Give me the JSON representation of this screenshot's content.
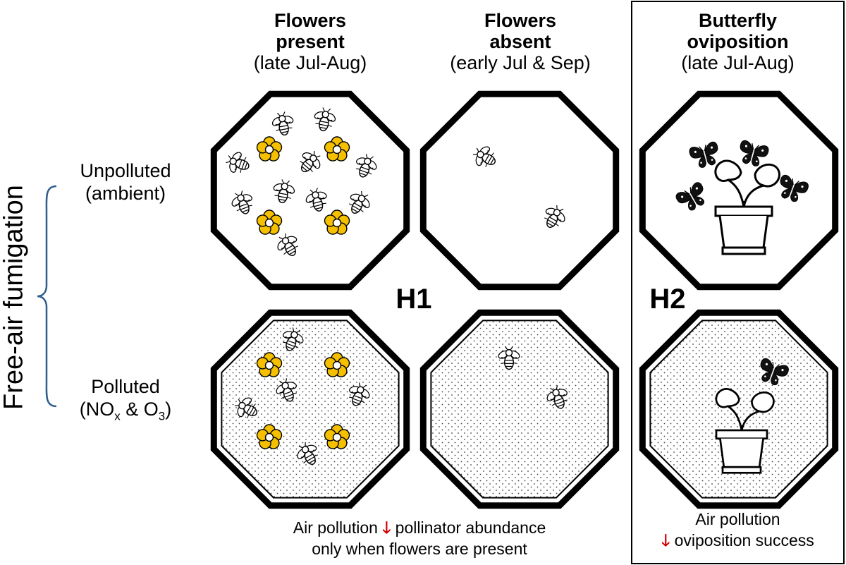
{
  "columns": [
    {
      "title_l1": "Flowers",
      "title_l2": "present",
      "period": "(late Jul-Aug)"
    },
    {
      "title_l1": "Flowers",
      "title_l2": "absent",
      "period": "(early Jul & Sep)"
    },
    {
      "title_l1": "Butterfly",
      "title_l2": "oviposition",
      "period": "(late Jul-Aug)"
    }
  ],
  "rows": {
    "unpolluted_l1": "Unpolluted",
    "unpolluted_l2": "(ambient)",
    "polluted_l1": "Polluted",
    "polluted_l2_pre": "(NO",
    "polluted_sub1": "x",
    "polluted_mid": " & O",
    "polluted_sub2": "3",
    "polluted_post": ")"
  },
  "axis_label": "Free-air fumigation",
  "hypotheses": {
    "h1": "H1",
    "h2": "H2"
  },
  "notes": {
    "h1_line1_pre": "Air pollution ",
    "h1_line1_post": " pollinator abundance",
    "h1_line2": "only when flowers are present",
    "h2_line1": "Air pollution",
    "h2_line2": " oviposition success",
    "arrow": "🡓"
  },
  "colors": {
    "flower": "#f5c000",
    "arrow": "#d40000",
    "bracket": "#2f5f8a",
    "outline": "#000000"
  }
}
